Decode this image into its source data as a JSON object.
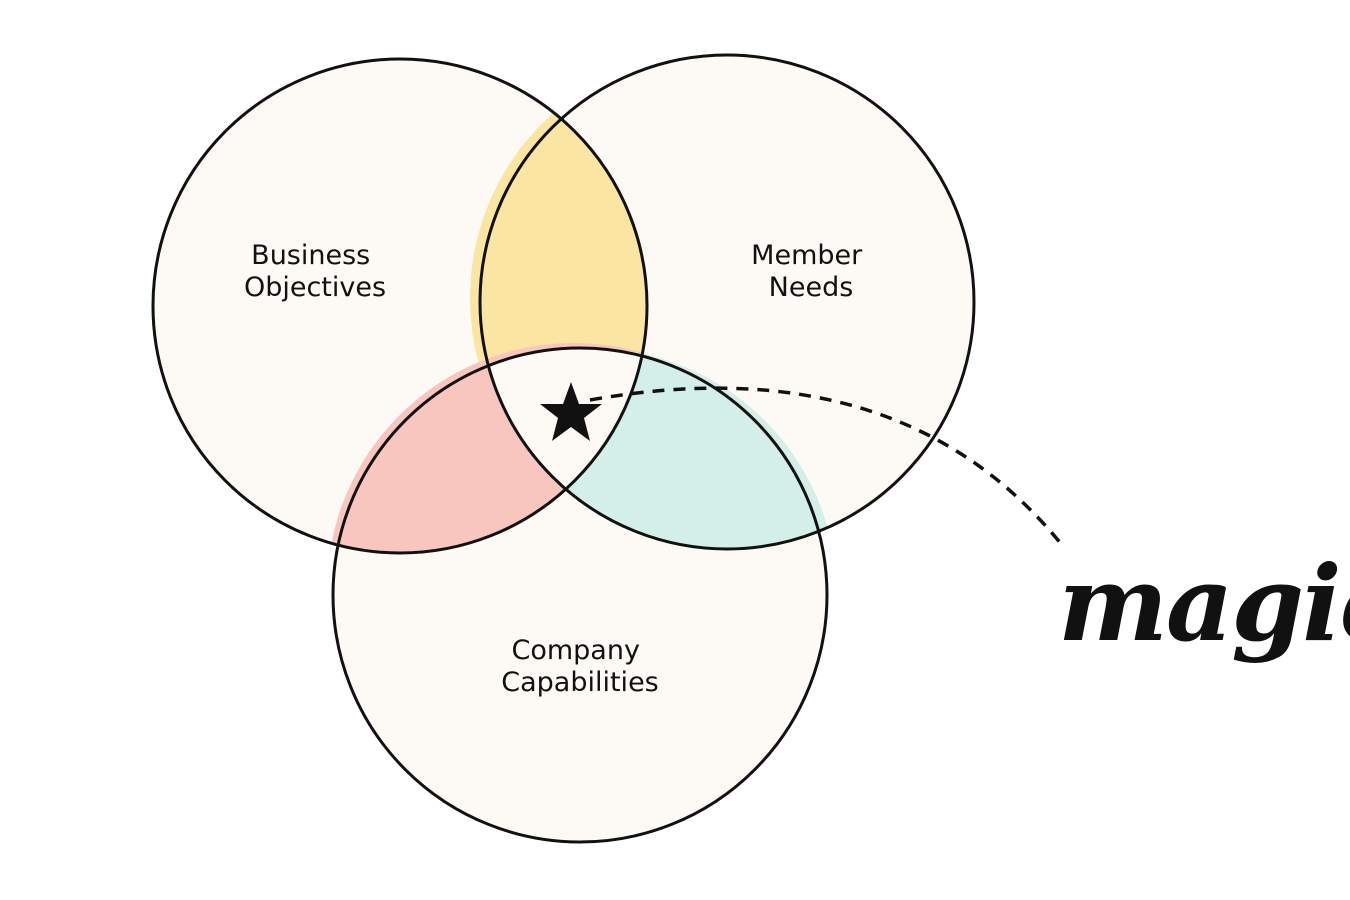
{
  "diagram": {
    "circles": [
      {
        "id": "business",
        "label_lines": [
          "Business",
          "Objectives"
        ]
      },
      {
        "id": "member",
        "label_lines": [
          "Member",
          "Needs"
        ]
      },
      {
        "id": "company",
        "label_lines": [
          "Company",
          "Capabilities"
        ]
      }
    ],
    "center_marker": "star-icon",
    "annotation": "magic",
    "colors": {
      "circle_fill": "#fdfaf6",
      "outline": "#111111",
      "business_member_overlap": "#fbe5a2",
      "business_company_overlap": "#f9c6bf",
      "member_company_overlap": "#d4eee8"
    }
  }
}
